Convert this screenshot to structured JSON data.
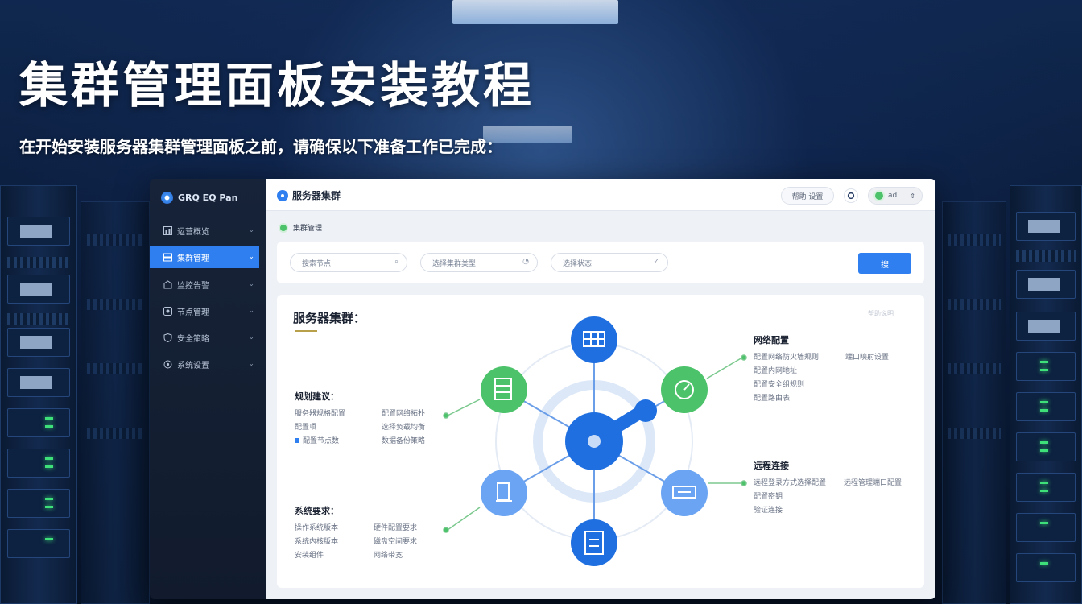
{
  "heading": {
    "title": "集群管理面板安装教程",
    "subtitle": "在开始安装服务器集群管理面板之前，请确保以下准备工作已完成："
  },
  "colors": {
    "primary": "#2f7ff0",
    "node_blue_dark": "#1f6fe0",
    "node_blue_light": "#6aa4f2",
    "node_green": "#4cc26a",
    "sidebar_bg": "#172338"
  },
  "sidebar": {
    "brand": "GRQ EQ Pan",
    "items": [
      {
        "label": "运营概览",
        "icon": "dashboard-icon",
        "active": false
      },
      {
        "label": "集群管理",
        "icon": "server-icon",
        "active": true
      },
      {
        "label": "监控告警",
        "icon": "monitor-icon",
        "active": false
      },
      {
        "label": "节点管理",
        "icon": "node-icon",
        "active": false
      },
      {
        "label": "安全策略",
        "icon": "shield-icon",
        "active": false
      },
      {
        "label": "系统设置",
        "icon": "gear-icon",
        "active": false
      }
    ]
  },
  "topbar": {
    "app_name": "服务器集群",
    "settings_label": "帮助 设置",
    "user_label": "ad"
  },
  "breadcrumb": {
    "label": "集群管理"
  },
  "filters": [
    {
      "placeholder": "搜索节点",
      "icon": "search-icon"
    },
    {
      "placeholder": "选择集群类型",
      "icon": "clock-icon"
    },
    {
      "placeholder": "选择状态",
      "icon": "check-icon"
    }
  ],
  "search_button": "搜",
  "content": {
    "title": "服务器集群：",
    "corner_tag": "帮助说明",
    "groups": {
      "left_top": {
        "title": "规划建议：",
        "lines": [
          "服务器规格配置",
          "配置项",
          "配置节点数",
          "配置网络拓扑",
          "选择负载均衡",
          "数据备份策略"
        ]
      },
      "left_bottom": {
        "title": "系统要求：",
        "lines": [
          "操作系统版本",
          "系统内核版本",
          "安装组件",
          "硬件配置要求",
          "磁盘空间要求",
          "网络带宽"
        ]
      },
      "right_top": {
        "title": "网络配置",
        "lines": [
          "配置网络防火墙规则",
          "端口映射设置",
          "配置内网地址",
          "配置安全组规则",
          "配置路由表"
        ]
      },
      "right_bottom": {
        "title": "远程连接",
        "lines": [
          "远程登录方式选择配置",
          "远程管理端口配置",
          "配置密钥",
          "验证连接"
        ]
      }
    },
    "nodes": [
      {
        "name": "database-node",
        "icon": "database-icon",
        "color": "blue-dark"
      },
      {
        "name": "monitor-node",
        "icon": "gauge-icon",
        "color": "green"
      },
      {
        "name": "storage-node",
        "icon": "folder-icon",
        "color": "green"
      },
      {
        "name": "network-node",
        "icon": "network-icon",
        "color": "blue-light"
      },
      {
        "name": "terminal-node",
        "icon": "terminal-icon",
        "color": "blue-light"
      },
      {
        "name": "file-node",
        "icon": "file-icon",
        "color": "blue-dark"
      }
    ]
  }
}
